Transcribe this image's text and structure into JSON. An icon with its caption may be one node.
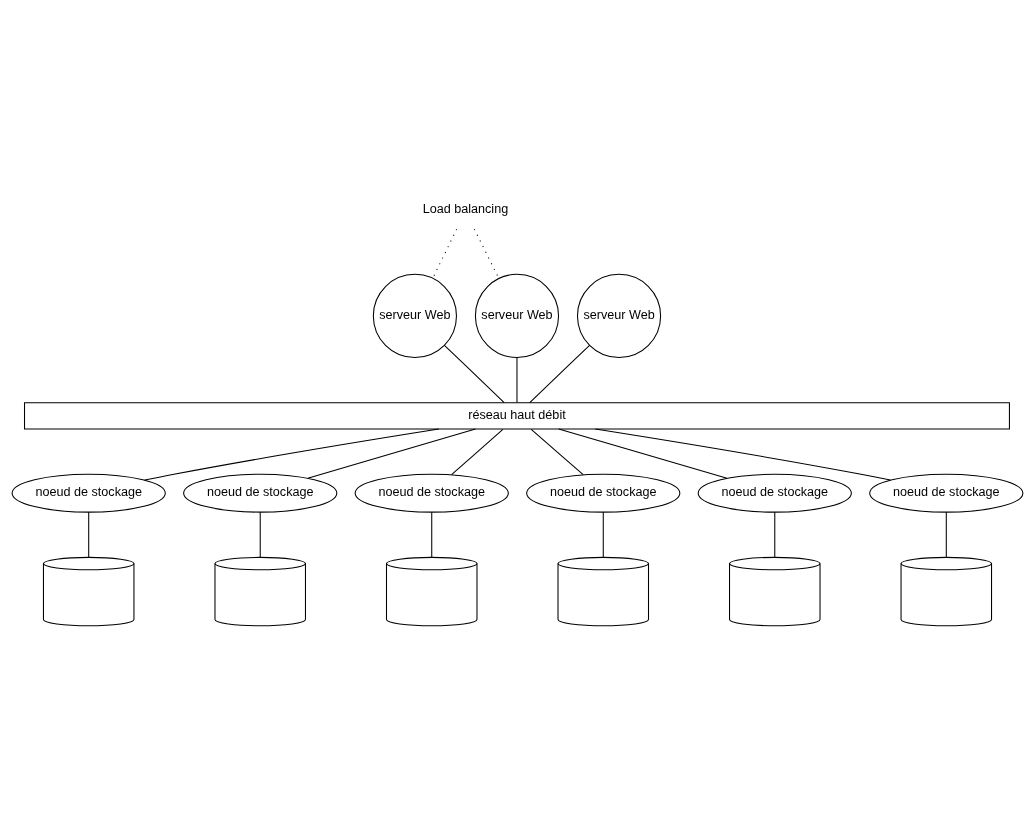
{
  "diagram": {
    "nodes": [
      {
        "text": [
          "Load balancing"
        ]
      },
      {
        "text": [
          "serveur Web"
        ]
      },
      {
        "text": [
          "serveur Web"
        ]
      },
      {
        "text": [
          "serveur Web"
        ]
      },
      {
        "text": [
          "réseau haut débit"
        ]
      },
      {
        "text": [
          "noeud de stockage"
        ]
      },
      {
        "text": [
          "noeud de stockage"
        ]
      },
      {
        "text": [
          "noeud de stockage"
        ]
      },
      {
        "text": [
          "noeud de stockage"
        ]
      },
      {
        "text": [
          "noeud de stockage"
        ]
      },
      {
        "text": [
          "noeud de stockage"
        ]
      },
      {
        "text": [],
        "shape": "cylinder"
      },
      {
        "text": [],
        "shape": "cylinder"
      },
      {
        "text": [],
        "shape": "cylinder"
      },
      {
        "text": [],
        "shape": "cylinder"
      },
      {
        "text": [],
        "shape": "cylinder"
      },
      {
        "text": [],
        "shape": "cylinder"
      }
    ],
    "edges": [
      {
        "from": 0,
        "to": 1,
        "arrow": "none",
        "style": "dashed"
      },
      {
        "from": 0,
        "to": 3,
        "arrow": "none",
        "style": "dashed"
      },
      {
        "from": 1,
        "to": 4,
        "arrow": "none"
      },
      {
        "from": 2,
        "to": 4,
        "arrow": "none"
      },
      {
        "from": 3,
        "to": 4,
        "arrow": "none"
      },
      {
        "from": 4,
        "to": 5,
        "arrow": "none"
      },
      {
        "from": 4,
        "to": 6,
        "arrow": "none"
      },
      {
        "from": 4,
        "to": 7,
        "arrow": "none"
      },
      {
        "from": 4,
        "to": 8,
        "arrow": "none"
      },
      {
        "from": 4,
        "to": 9,
        "arrow": "none"
      },
      {
        "from": 4,
        "to": 10,
        "arrow": "none"
      },
      {
        "from": 5,
        "to": 11,
        "arrow": "none"
      },
      {
        "from": 6,
        "to": 12,
        "arrow": "none"
      },
      {
        "from": 7,
        "to": 13,
        "arrow": "none"
      },
      {
        "from": 8,
        "to": 14,
        "arrow": "none"
      },
      {
        "from": 9,
        "to": 15,
        "arrow": "none"
      },
      {
        "from": 10,
        "to": 16,
        "arrow": "none"
      }
    ]
  }
}
